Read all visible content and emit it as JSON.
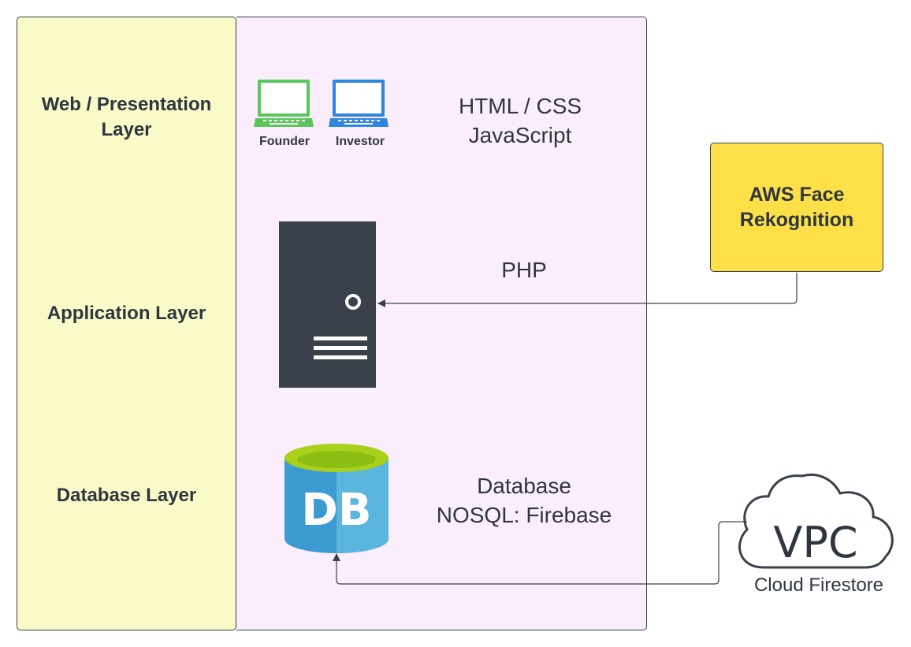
{
  "layers": {
    "web": "Web / Presentation\nLayer",
    "application": "Application Layer",
    "database": "Database Layer"
  },
  "devices": {
    "founder": "Founder",
    "investor": "Investor"
  },
  "tech": {
    "web_line1": "HTML / CSS",
    "web_line2": "JavaScript",
    "app": "PHP",
    "db_line1": "Database",
    "db_line2": "NOSQL: Firebase"
  },
  "aws": {
    "label": "AWS Face\nRekognition"
  },
  "db_icon": {
    "label": "DB"
  },
  "cloud": {
    "icon_text": "VPC",
    "caption": "Cloud Firestore"
  },
  "colors": {
    "layers_panel": "#fafac8",
    "main_panel": "#fbeefc",
    "aws_box": "#fde047",
    "founder_laptop": "#5cc65c",
    "investor_laptop": "#2f86e0",
    "server": "#3a414a",
    "db_blue": "#3b9ad0",
    "db_top": "#a9d11a"
  }
}
